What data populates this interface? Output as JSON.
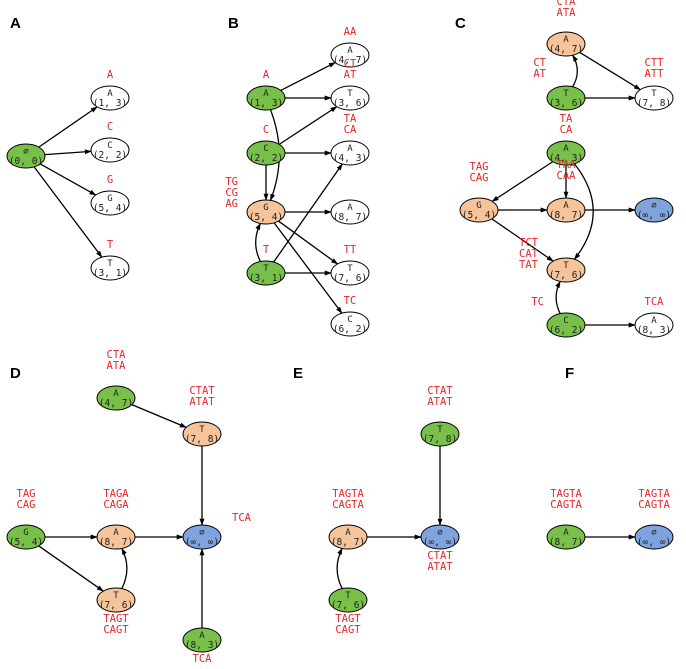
{
  "colors": {
    "start": "#79c04a",
    "intermediate": "#f6c49b",
    "terminal": "#7fa3dc",
    "plain": "#ffffff",
    "label": "#e8262b",
    "stroke": "#000000"
  },
  "panels": [
    {
      "letter": "A",
      "nodes": [
        {
          "id": "A0",
          "sym": "∅",
          "coord": "(0, 0)",
          "type": "start",
          "labels": []
        },
        {
          "id": "A1",
          "sym": "A",
          "coord": "(1, 3)",
          "type": "plain",
          "labels": [
            "A"
          ]
        },
        {
          "id": "A2",
          "sym": "C",
          "coord": "(2, 2)",
          "type": "plain",
          "labels": [
            "C"
          ]
        },
        {
          "id": "A3",
          "sym": "G",
          "coord": "(5, 4)",
          "type": "plain",
          "labels": [
            "G"
          ]
        },
        {
          "id": "A4",
          "sym": "T",
          "coord": "(3, 1)",
          "type": "plain",
          "labels": [
            "T"
          ]
        }
      ]
    },
    {
      "letter": "B",
      "nodes": [
        {
          "id": "B1",
          "sym": "A",
          "coord": "(1, 3)",
          "type": "start",
          "labels": [
            "A"
          ]
        },
        {
          "id": "B2",
          "sym": "C",
          "coord": "(2, 2)",
          "type": "start",
          "labels": [
            "C"
          ]
        },
        {
          "id": "B3",
          "sym": "G",
          "coord": "(5, 4)",
          "type": "intermediate",
          "labels": [
            "TG",
            "CG",
            "AG"
          ]
        },
        {
          "id": "B4",
          "sym": "T",
          "coord": "(3, 1)",
          "type": "start",
          "labels": [
            "T"
          ]
        },
        {
          "id": "B5",
          "sym": "A",
          "coord": "(4, 7)",
          "type": "plain",
          "labels": [
            "AA"
          ]
        },
        {
          "id": "B6",
          "sym": "T",
          "coord": "(3, 6)",
          "type": "plain",
          "labels": [
            "CT",
            "AT"
          ]
        },
        {
          "id": "B7",
          "sym": "A",
          "coord": "(4, 3)",
          "type": "plain",
          "labels": [
            "TA",
            "CA"
          ]
        },
        {
          "id": "B8",
          "sym": "A",
          "coord": "(8, 7)",
          "type": "plain",
          "labels": []
        },
        {
          "id": "B9",
          "sym": "T",
          "coord": "(7, 6)",
          "type": "plain",
          "labels": [
            "TT"
          ]
        },
        {
          "id": "B10",
          "sym": "C",
          "coord": "(6, 2)",
          "type": "plain",
          "labels": [
            "TC"
          ]
        }
      ]
    },
    {
      "letter": "C",
      "nodes": [
        {
          "id": "C1",
          "sym": "A",
          "coord": "(4, 7)",
          "type": "intermediate",
          "labels": [
            "CTA",
            "ATA"
          ]
        },
        {
          "id": "C2",
          "sym": "T",
          "coord": "(3, 6)",
          "type": "start",
          "labels": [
            "CT",
            "AT"
          ]
        },
        {
          "id": "C3",
          "sym": "T",
          "coord": "(7, 8)",
          "type": "plain",
          "labels": [
            "CTT",
            "ATT"
          ]
        },
        {
          "id": "C4",
          "sym": "A",
          "coord": "(4, 3)",
          "type": "start",
          "labels": [
            "TA",
            "CA"
          ]
        },
        {
          "id": "C5",
          "sym": "G",
          "coord": "(5, 4)",
          "type": "intermediate",
          "labels": [
            "TAG",
            "CAG"
          ]
        },
        {
          "id": "C6",
          "sym": "A",
          "coord": "(8, 7)",
          "type": "intermediate",
          "labels": [
            "TAA",
            "CAA"
          ]
        },
        {
          "id": "C7",
          "sym": "∅",
          "coord": "(∞, ∞)",
          "type": "terminal",
          "labels": []
        },
        {
          "id": "C8",
          "sym": "T",
          "coord": "(7, 6)",
          "type": "intermediate",
          "labels": [
            "TCT",
            "CAT",
            "TAT"
          ]
        },
        {
          "id": "C9",
          "sym": "C",
          "coord": "(6, 2)",
          "type": "start",
          "labels": [
            "TC"
          ]
        },
        {
          "id": "C10",
          "sym": "A",
          "coord": "(8, 3)",
          "type": "plain",
          "labels": [
            "TCA"
          ]
        }
      ]
    },
    {
      "letter": "D",
      "nodes": [
        {
          "id": "D1",
          "sym": "A",
          "coord": "(4, 7)",
          "type": "start",
          "labels": [
            "CTA",
            "ATA"
          ]
        },
        {
          "id": "D2",
          "sym": "T",
          "coord": "(7, 8)",
          "type": "intermediate",
          "labels": [
            "CTAT",
            "ATAT"
          ]
        },
        {
          "id": "D3",
          "sym": "G",
          "coord": "(5, 4)",
          "type": "start",
          "labels": [
            "TAG",
            "CAG"
          ]
        },
        {
          "id": "D4",
          "sym": "A",
          "coord": "(8, 7)",
          "type": "intermediate",
          "labels": [
            "TAGA",
            "CAGA"
          ]
        },
        {
          "id": "D5",
          "sym": "∅",
          "coord": "(∞, ∞)",
          "type": "terminal",
          "labels": [
            "TCA"
          ]
        },
        {
          "id": "D6",
          "sym": "T",
          "coord": "(7, 6)",
          "type": "intermediate",
          "labels": [
            "TAGT",
            "CAGT"
          ]
        },
        {
          "id": "D7",
          "sym": "A",
          "coord": "(8, 3)",
          "type": "start",
          "labels": [
            "TCA"
          ]
        }
      ]
    },
    {
      "letter": "E",
      "nodes": [
        {
          "id": "E1",
          "sym": "T",
          "coord": "(7, 8)",
          "type": "start",
          "labels": [
            "CTAT",
            "ATAT"
          ]
        },
        {
          "id": "E2",
          "sym": "A",
          "coord": "(8, 7)",
          "type": "intermediate",
          "labels": [
            "TAGTA",
            "CAGTA"
          ]
        },
        {
          "id": "E3",
          "sym": "∅",
          "coord": "(∞, ∞)",
          "type": "terminal",
          "labels": [
            "CTAT",
            "ATAT"
          ]
        },
        {
          "id": "E4",
          "sym": "T",
          "coord": "(7, 6)",
          "type": "start",
          "labels": [
            "TAGT",
            "CAGT"
          ]
        }
      ]
    },
    {
      "letter": "F",
      "nodes": [
        {
          "id": "F1",
          "sym": "A",
          "coord": "(8, 7)",
          "type": "start",
          "labels": [
            "TAGTA",
            "CAGTA"
          ]
        },
        {
          "id": "F2",
          "sym": "∅",
          "coord": "(∞, ∞)",
          "type": "terminal",
          "labels": [
            "TAGTA",
            "CAGTA"
          ]
        }
      ]
    }
  ],
  "edges": [
    [
      "A0",
      "A1"
    ],
    [
      "A0",
      "A2"
    ],
    [
      "A0",
      "A3"
    ],
    [
      "A0",
      "A4"
    ],
    [
      "B1",
      "B5"
    ],
    [
      "B1",
      "B6"
    ],
    [
      "B1",
      "B3"
    ],
    [
      "B2",
      "B6"
    ],
    [
      "B2",
      "B7"
    ],
    [
      "B2",
      "B3"
    ],
    [
      "B3",
      "B8"
    ],
    [
      "B3",
      "B9"
    ],
    [
      "B3",
      "B10"
    ],
    [
      "B4",
      "B3"
    ],
    [
      "B4",
      "B7"
    ],
    [
      "B4",
      "B9"
    ],
    [
      "C2",
      "C1"
    ],
    [
      "C1",
      "C3"
    ],
    [
      "C2",
      "C3"
    ],
    [
      "C4",
      "C5"
    ],
    [
      "C4",
      "C6"
    ],
    [
      "C4",
      "C8"
    ],
    [
      "C5",
      "C6"
    ],
    [
      "C5",
      "C8"
    ],
    [
      "C6",
      "C7"
    ],
    [
      "C9",
      "C8"
    ],
    [
      "C9",
      "C10"
    ],
    [
      "D1",
      "D2"
    ],
    [
      "D2",
      "D5"
    ],
    [
      "D3",
      "D4"
    ],
    [
      "D3",
      "D6"
    ],
    [
      "D4",
      "D5"
    ],
    [
      "D6",
      "D4"
    ],
    [
      "D7",
      "D5"
    ],
    [
      "E1",
      "E3"
    ],
    [
      "E2",
      "E3"
    ],
    [
      "E4",
      "E2"
    ],
    [
      "F1",
      "F2"
    ]
  ]
}
